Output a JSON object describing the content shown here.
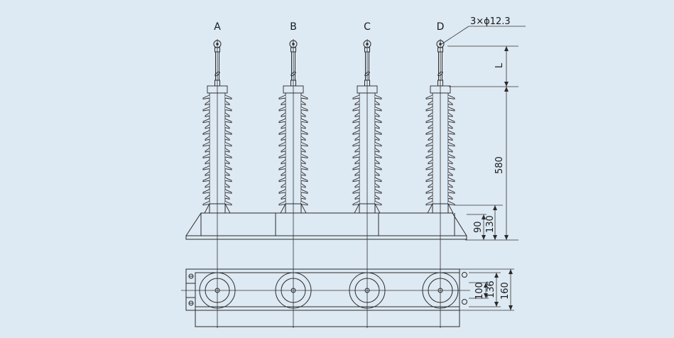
{
  "phases": [
    {
      "label": "A"
    },
    {
      "label": "B"
    },
    {
      "label": "C"
    },
    {
      "label": "D"
    }
  ],
  "dimensions": {
    "hole_callout": "3×ϕ12.3",
    "terminal_length": "L",
    "insulator_height": "580",
    "base_height_inner": "90",
    "base_height_outer": "130",
    "plan_inner": "100",
    "plan_mid": "136",
    "plan_outer": "160"
  },
  "colors": {
    "background": "#dde9f3",
    "line": "#2a2a2a"
  }
}
